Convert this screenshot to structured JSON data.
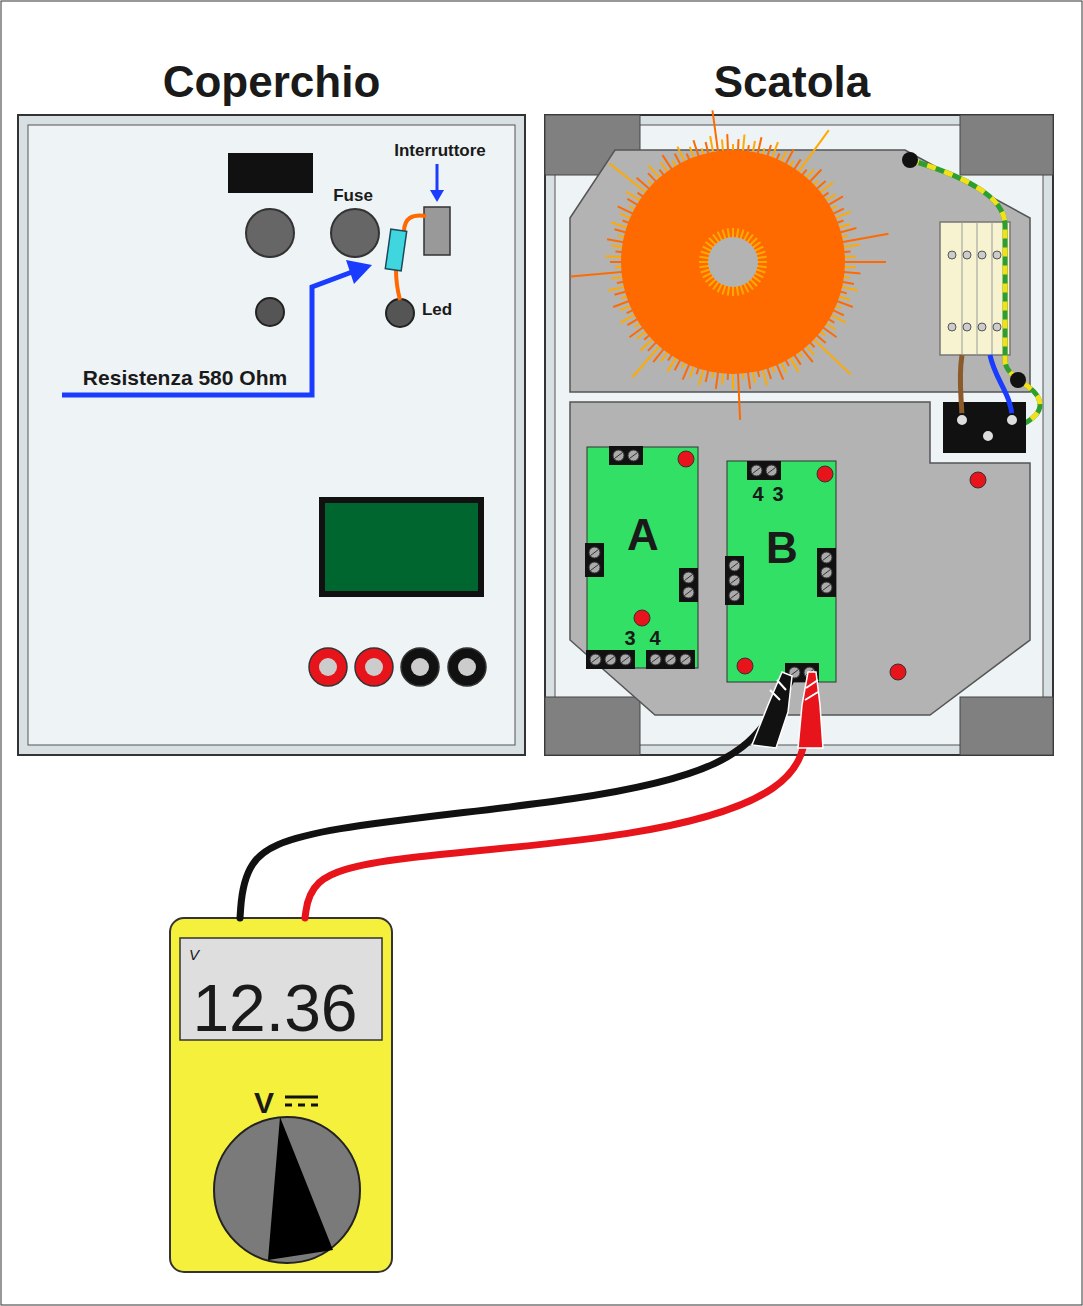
{
  "diagram": {
    "nodes": [
      {
        "text": [
          "Coperchio"
        ]
      },
      {
        "text": [
          "Scatola"
        ]
      },
      {
        "text": [
          "A",
          "3",
          "4"
        ],
        "in": 1
      },
      {
        "text": [
          "B",
          "4",
          "3"
        ],
        "in": 1
      },
      {
        "text": [
          "V",
          "12.36",
          "V"
        ]
      }
    ],
    "edges": [
      {
        "from": 4,
        "to": 3,
        "arrow": "none"
      },
      {
        "from": 4,
        "to": 3,
        "arrow": "none"
      }
    ],
    "labels": [
      "Interruttore",
      "Fuse",
      "Resistenza 580 Ohm",
      "Led"
    ]
  }
}
